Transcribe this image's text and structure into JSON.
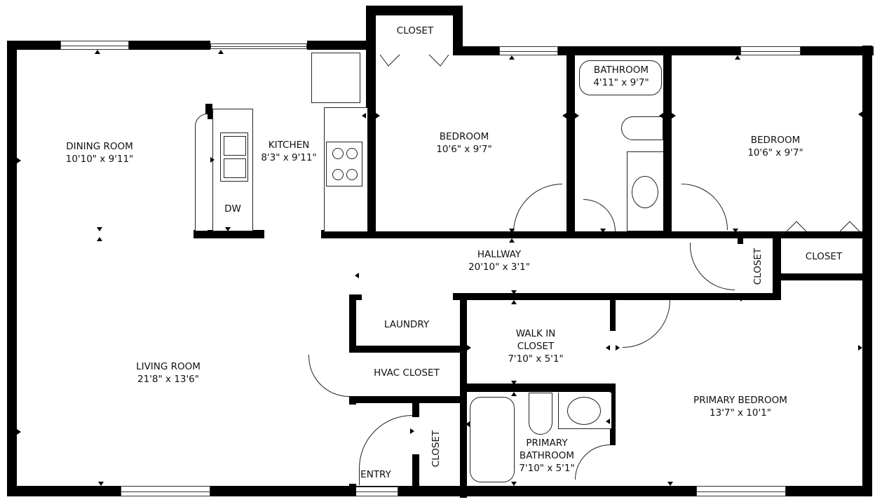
{
  "plan": {
    "type": "floor-plan",
    "rooms": {
      "dining_room": {
        "name": "DINING ROOM",
        "dims": "10'10\" x 9'11\""
      },
      "kitchen": {
        "name": "KITCHEN",
        "dims": "8'3\" x 9'11\""
      },
      "dishwasher": {
        "name": "DW"
      },
      "closet_top": {
        "name": "CLOSET"
      },
      "bedroom_1": {
        "name": "BEDROOM",
        "dims": "10'6\" x 9'7\""
      },
      "bathroom": {
        "name": "BATHROOM",
        "dims": "4'11\" x 9'7\""
      },
      "bedroom_2": {
        "name": "BEDROOM",
        "dims": "10'6\" x 9'7\""
      },
      "hallway": {
        "name": "HALLWAY",
        "dims": "20'10\" x 3'1\""
      },
      "closet_hall_vertical": {
        "name": "CLOSET"
      },
      "closet_bedroom2": {
        "name": "CLOSET"
      },
      "laundry": {
        "name": "LAUNDRY"
      },
      "hvac_closet": {
        "name": "HVAC CLOSET"
      },
      "walk_in_closet": {
        "name": "WALK IN",
        "name2": "CLOSET",
        "dims": "7'10\" x 5'1\""
      },
      "living_room": {
        "name": "LIVING ROOM",
        "dims": "21'8\" x 13'6\""
      },
      "primary_bedroom": {
        "name": "PRIMARY BEDROOM",
        "dims": "13'7\" x 10'1\""
      },
      "primary_bathroom": {
        "name": "PRIMARY",
        "name2": "BATHROOM",
        "dims": "7'10\" x 5'1\""
      },
      "entry": {
        "name": "ENTRY"
      },
      "closet_entry": {
        "name": "CLOSET"
      }
    },
    "colors": {
      "wall": "#000000",
      "background": "#ffffff",
      "text": "#111111"
    }
  }
}
